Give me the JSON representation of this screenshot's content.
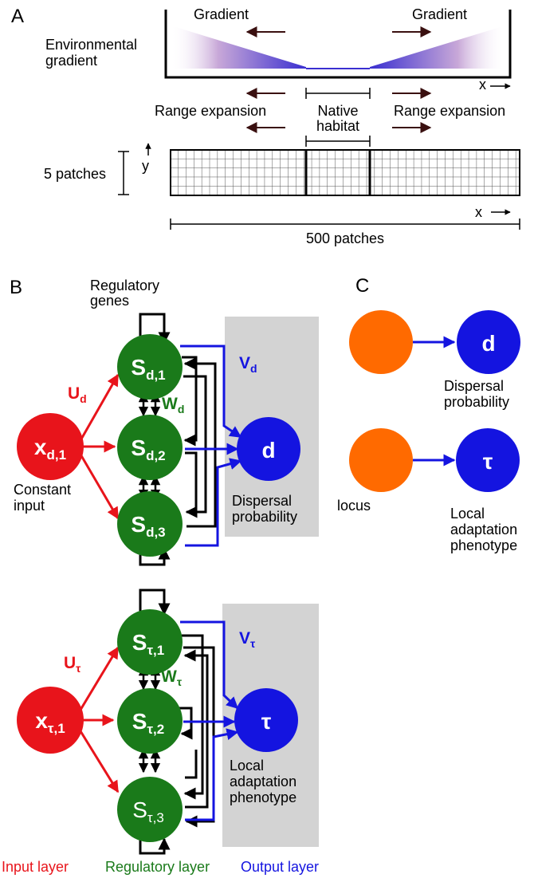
{
  "panel_a": {
    "letter": "A",
    "env_label_1": "Environmental",
    "env_label_2": "gradient",
    "gradient_left": "Gradient",
    "gradient_right": "Gradient",
    "x_axis": "x",
    "range_left": "Range expansion",
    "range_right": "Range expansion",
    "native_1": "Native",
    "native_2": "habitat",
    "patches_label": "5 patches",
    "y_axis": "y",
    "grid_x_axis": "x",
    "width_label": "500 patches"
  },
  "panel_b": {
    "letter": "B",
    "regulatory_1": "Regulatory",
    "regulatory_2": "genes",
    "u_d": "U",
    "u_d_sub": "d",
    "w_d": "W",
    "w_d_sub": "d",
    "v_d": "V",
    "v_d_sub": "d",
    "x_d_main": "x",
    "x_d_sub": "d,1",
    "s_d1_main": "S",
    "s_d1_sub": "d,1",
    "s_d2_main": "S",
    "s_d2_sub": "d,2",
    "s_d3_main": "S",
    "s_d3_sub": "d,3",
    "out_d": "d",
    "constant_1": "Constant",
    "constant_2": "input",
    "dispersal_1": "Dispersal",
    "dispersal_2": "probability",
    "u_t": "U",
    "u_t_sub": "τ",
    "w_t": "W",
    "w_t_sub": "τ",
    "v_t": "V",
    "v_t_sub": "τ",
    "x_t_main": "x",
    "x_t_sub": "τ,1",
    "s_t1_main": "S",
    "s_t1_sub": "τ,1",
    "s_t2_main": "S",
    "s_t2_sub": "τ,2",
    "s_t3_main": "S",
    "s_t3_sub": "τ,3",
    "out_t": "τ",
    "local_1": "Local",
    "local_2": "adaptation",
    "local_3": "phenotype",
    "legend_input": "Input layer",
    "legend_regulatory": "Regulatory layer",
    "legend_output": "Output layer"
  },
  "panel_c": {
    "letter": "C",
    "out_d": "d",
    "dispersal_1": "Dispersal",
    "dispersal_2": "probability",
    "out_t": "τ",
    "locus": "locus",
    "local_1": "Local",
    "local_2": "adaptation",
    "local_3": "phenotype"
  },
  "colors": {
    "input": "#e8141b",
    "regulatory": "#1a7a1a",
    "output": "#1414e0",
    "locus": "#ff6a00",
    "gray_box": "#d3d3d3",
    "gradient": "#5a4bd0",
    "arrow_dark": "#3a1010"
  }
}
